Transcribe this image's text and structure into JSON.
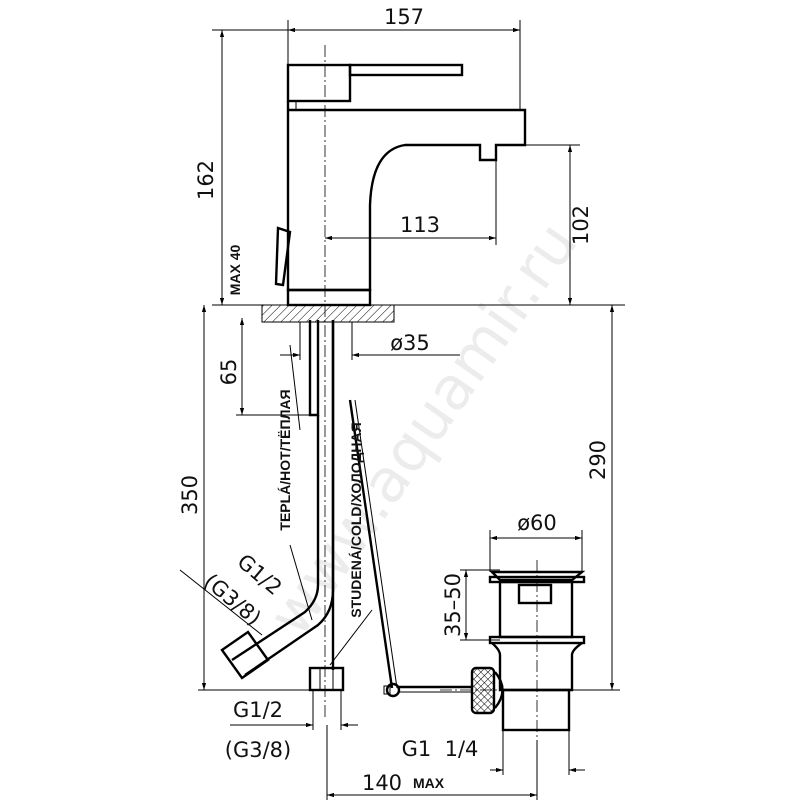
{
  "drawing": {
    "dimensions": {
      "overall_width": "157",
      "overall_height": "162",
      "spout_reach": "113",
      "spout_height": "102",
      "max_deck": "MAX 40",
      "base_diameter": "ø35",
      "tail_length": "65",
      "hose_length": "350",
      "waste_depth": "290",
      "waste_diameter": "ø60",
      "waste_range": "35–50",
      "hose_thread_1": "G1/2",
      "hose_thread_1_alt": "(G3/8)",
      "hose_thread_2": "G1/2",
      "hose_thread_2_alt": "(G3/8)",
      "waste_thread": "G1  1/4",
      "rod_length": "140",
      "rod_length_suffix": "MAX"
    },
    "labels": {
      "hot": "TEPLÁ/HOT/TЁПЛАЯ",
      "cold": "STUDENÁ/COLD/ХОЛОДНАЯ"
    },
    "watermark": "www.aquamir.ru"
  }
}
